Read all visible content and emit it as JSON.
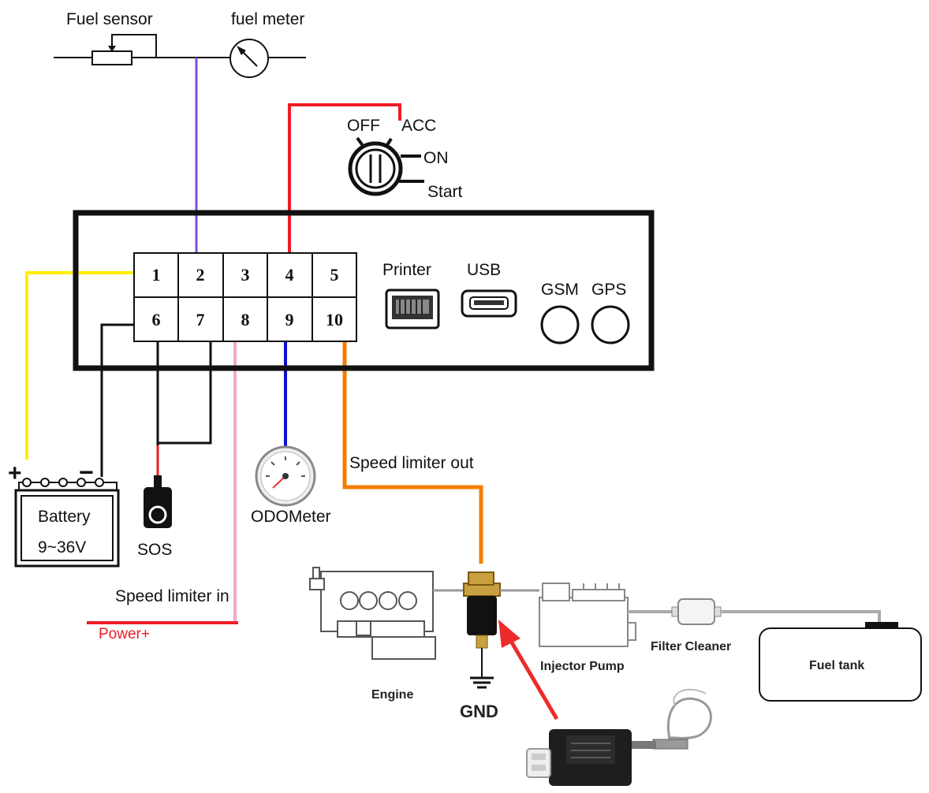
{
  "sensor": {
    "fuel_sensor": "Fuel sensor",
    "fuel_meter": "fuel meter"
  },
  "ignition": {
    "off": "OFF",
    "acc": "ACC",
    "on": "ON",
    "start": "Start"
  },
  "connector": {
    "pins": [
      "1",
      "2",
      "3",
      "4",
      "5",
      "6",
      "7",
      "8",
      "9",
      "10"
    ]
  },
  "ports": {
    "printer": "Printer",
    "usb": "USB",
    "gsm": "GSM",
    "gps": "GPS"
  },
  "battery": {
    "plus": "+",
    "minus": "−",
    "label": "Battery",
    "voltage": "9~36V"
  },
  "sos": {
    "label": "SOS"
  },
  "odometer": {
    "label": "ODOMeter"
  },
  "speed": {
    "limiter_in": "Speed limiter in",
    "limiter_out": "Speed limiter out"
  },
  "power": {
    "label": "Power+"
  },
  "engine": {
    "engine": "Engine",
    "gnd": "GND",
    "injector_pump": "Injector Pump",
    "filter_cleaner": "Filter Cleaner",
    "fuel_tank": "Fuel tank"
  },
  "colors": {
    "purple": "#7b4fe0",
    "red": "#ee1c25",
    "yellow": "#ffee00",
    "pink": "#f5a8c8",
    "blue": "#1010d0",
    "orange": "#f57c00",
    "black": "#111111"
  }
}
